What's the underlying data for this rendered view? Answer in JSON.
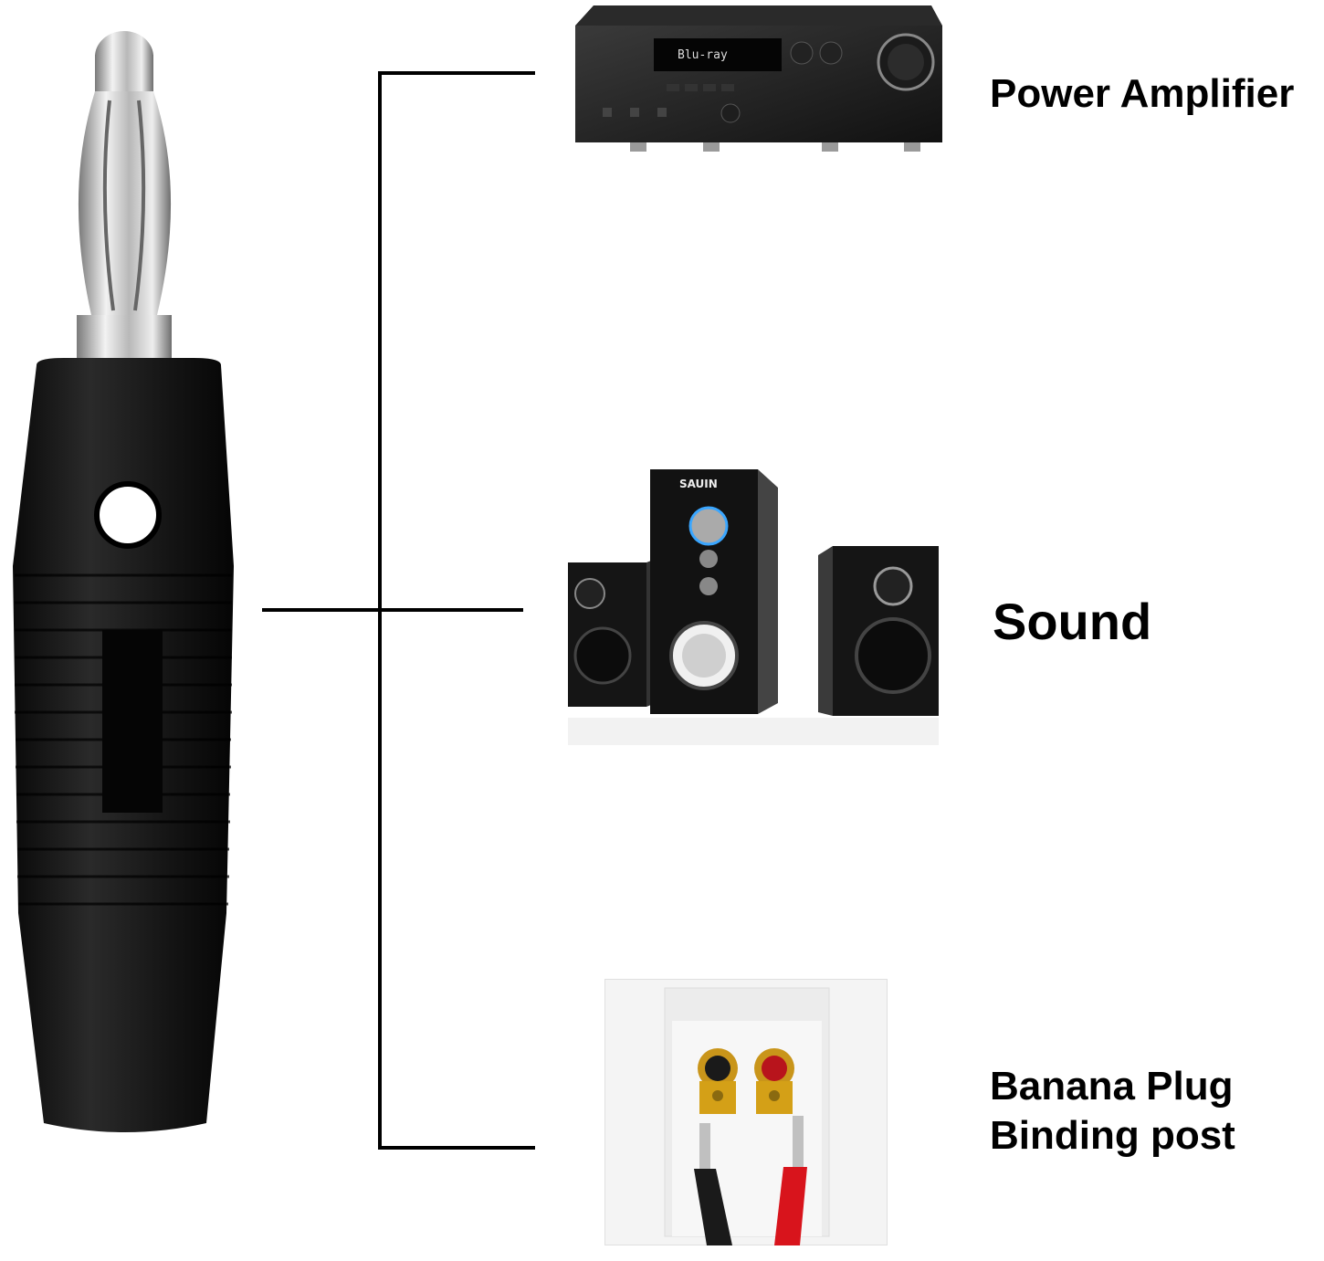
{
  "labels": {
    "power_amplifier": "Power Amplifier",
    "sound": "Sound",
    "binding_post_line1": "Banana Plug",
    "binding_post_line2": "Binding post"
  },
  "product_text": {
    "amp_display": "Blu-ray",
    "speaker_brand": "SAUIN"
  },
  "colors": {
    "plug_body": "#141414",
    "metal": "#c9c9c9",
    "gold": "#d4a017",
    "red_plug": "#d8141c",
    "connector_line": "#000000"
  }
}
